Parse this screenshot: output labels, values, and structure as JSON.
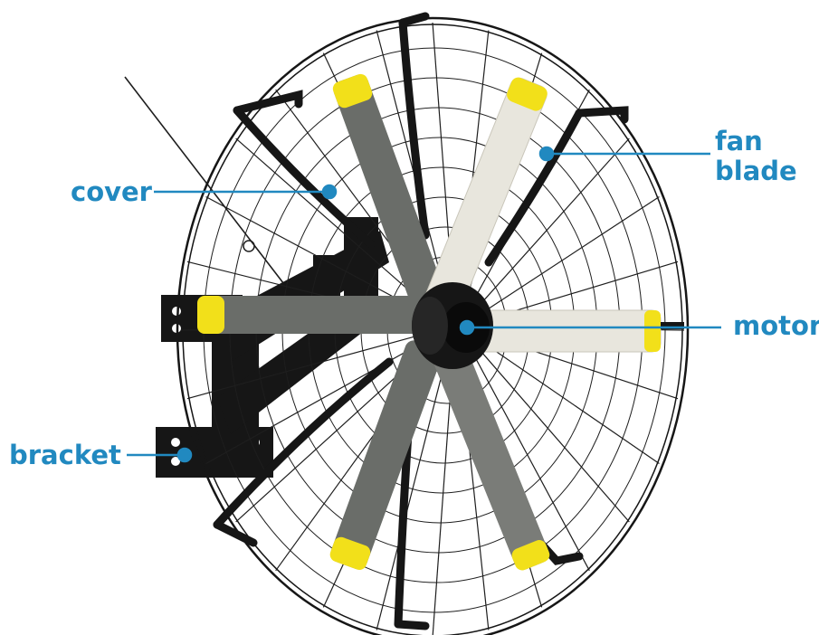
{
  "colors": {
    "accent": "#2189c0",
    "blade_grey": "#6a6d69",
    "blade_white": "#e8e6dd",
    "tip_yellow": "#f2e01a",
    "frame_black": "#161616",
    "wire": "#1e1e1e"
  },
  "labels": {
    "cover": "cover",
    "fan_blade_line1": "fan",
    "fan_blade_line2": "blade",
    "motor": "motor",
    "bracket": "bracket"
  },
  "icons": [
    "fan-illustration"
  ]
}
